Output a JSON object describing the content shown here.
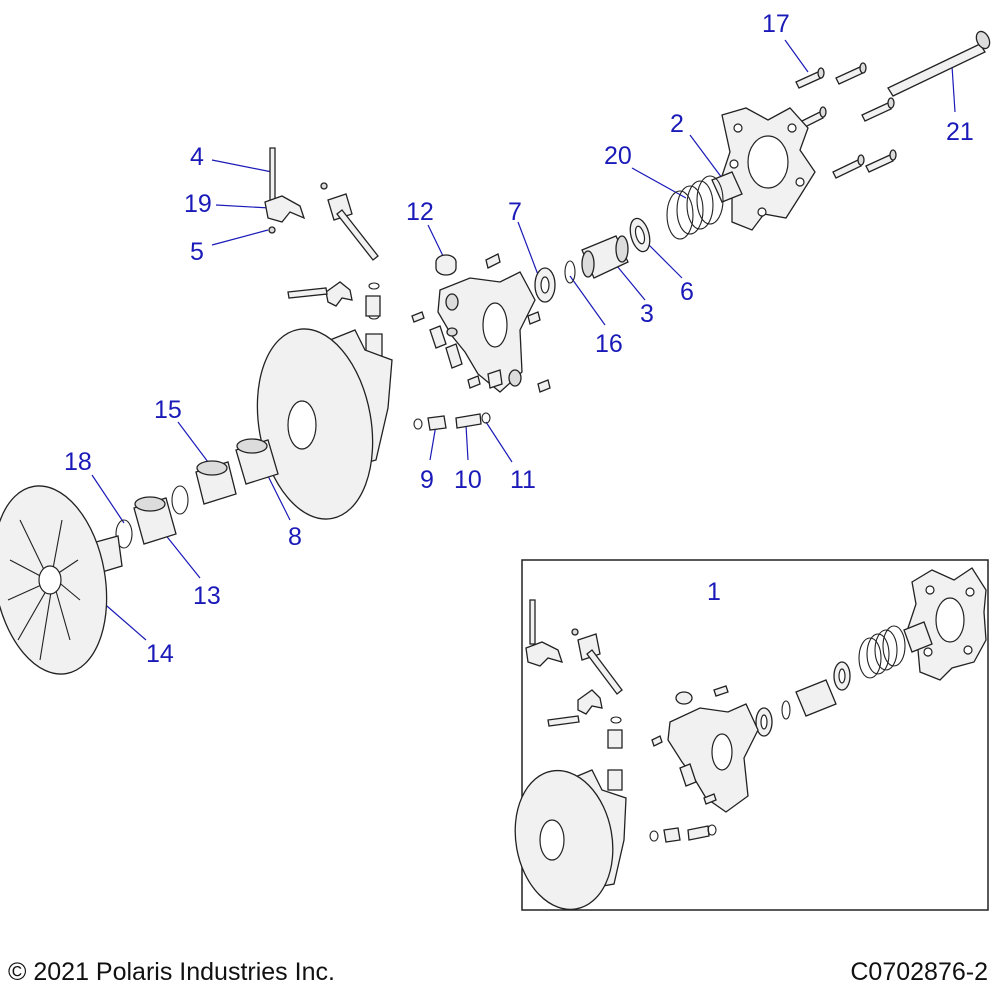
{
  "callouts": [
    {
      "id": "1",
      "label": "1"
    },
    {
      "id": "2",
      "label": "2"
    },
    {
      "id": "3",
      "label": "3"
    },
    {
      "id": "4",
      "label": "4"
    },
    {
      "id": "5",
      "label": "5"
    },
    {
      "id": "6",
      "label": "6"
    },
    {
      "id": "7",
      "label": "7"
    },
    {
      "id": "8",
      "label": "8"
    },
    {
      "id": "9",
      "label": "9"
    },
    {
      "id": "10",
      "label": "10"
    },
    {
      "id": "11",
      "label": "11"
    },
    {
      "id": "12",
      "label": "12"
    },
    {
      "id": "13",
      "label": "13"
    },
    {
      "id": "14",
      "label": "14"
    },
    {
      "id": "15",
      "label": "15"
    },
    {
      "id": "16",
      "label": "16"
    },
    {
      "id": "17",
      "label": "17"
    },
    {
      "id": "18",
      "label": "18"
    },
    {
      "id": "19",
      "label": "19"
    },
    {
      "id": "20",
      "label": "20"
    },
    {
      "id": "21",
      "label": "21"
    }
  ],
  "footer": {
    "copyright": "© 2021 Polaris Industries Inc.",
    "figure_id": "C0702876-2"
  },
  "colors": {
    "callout": "#1a1ab8",
    "line": "#222222",
    "part_fill": "#f1f1f1"
  }
}
